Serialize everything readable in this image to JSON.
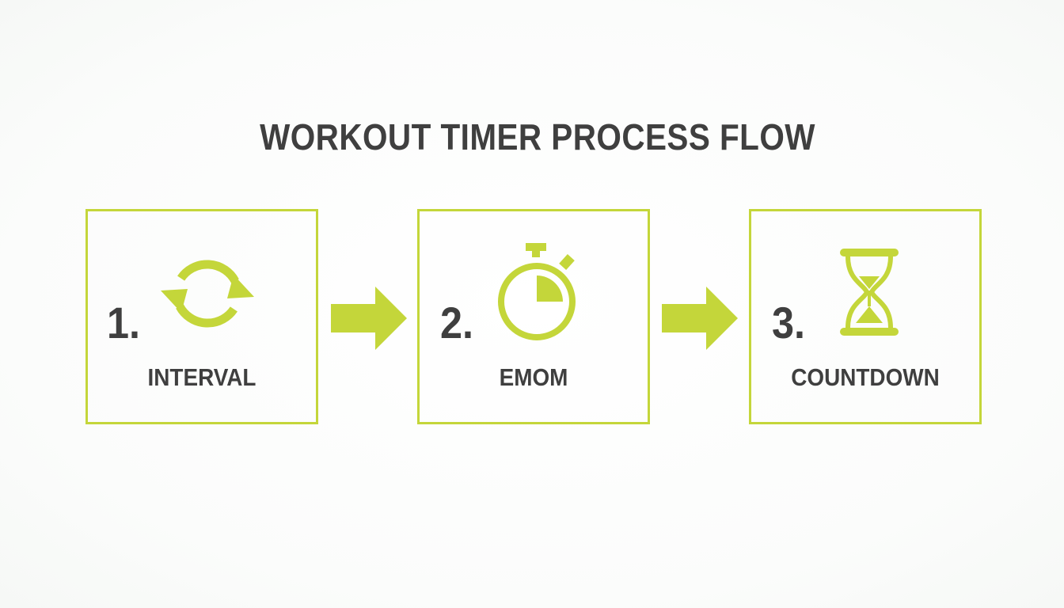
{
  "title": "WORKOUT TIMER PROCESS FLOW",
  "colors": {
    "accent": "#c4d63a",
    "text": "#3f3f3f",
    "background": "#ffffff"
  },
  "steps": [
    {
      "number": "1.",
      "label": "INTERVAL",
      "icon": "refresh-cycle-icon"
    },
    {
      "number": "2.",
      "label": "EMOM",
      "icon": "stopwatch-icon"
    },
    {
      "number": "3.",
      "label": "COUNTDOWN",
      "icon": "hourglass-icon"
    }
  ],
  "connectors": [
    {
      "from": "INTERVAL",
      "to": "EMOM",
      "icon": "arrow-right-icon"
    },
    {
      "from": "EMOM",
      "to": "COUNTDOWN",
      "icon": "arrow-right-icon"
    }
  ]
}
